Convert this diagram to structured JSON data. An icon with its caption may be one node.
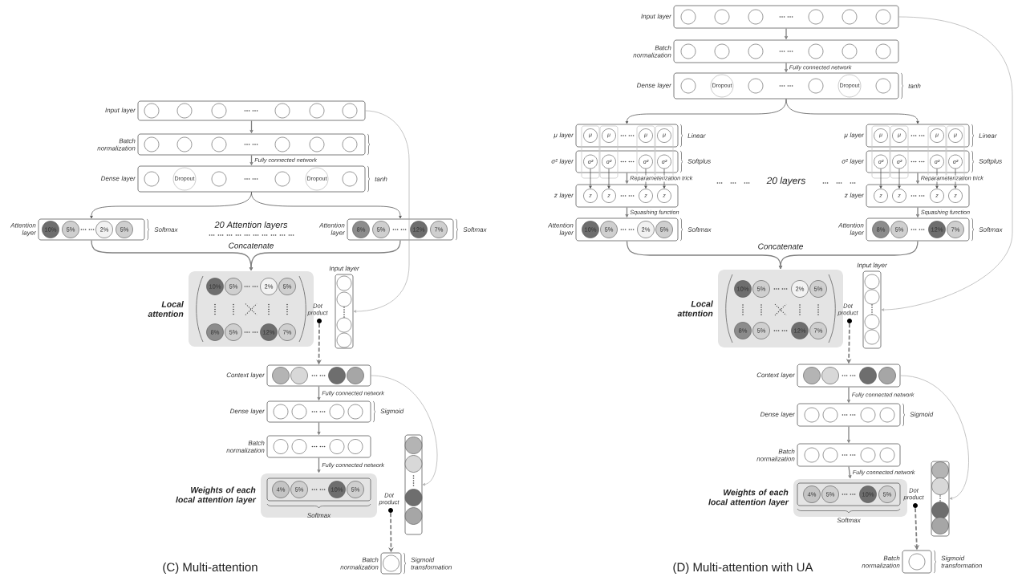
{
  "diagram": {
    "nodes": [
      {
        "text": [
          "Input layer"
        ]
      },
      {
        "text": [],
        "shape": "circle",
        "in": 0
      },
      {
        "text": [],
        "shape": "circle",
        "in": 0
      },
      {
        "text": [],
        "shape": "circle",
        "in": 0
      },
      {
        "text": [],
        "shape": "circle",
        "in": 0
      },
      {
        "text": [],
        "shape": "circle",
        "in": 0
      },
      {
        "text": [],
        "shape": "circle",
        "in": 0
      },
      {
        "text": [
          "Batch normalization"
        ]
      },
      {
        "text": [],
        "shape": "circle",
        "in": 7
      },
      {
        "text": [],
        "shape": "circle",
        "in": 7
      },
      {
        "text": [],
        "shape": "circle",
        "in": 7
      },
      {
        "text": [],
        "shape": "circle",
        "in": 7
      },
      {
        "text": [],
        "shape": "circle",
        "in": 7
      },
      {
        "text": [],
        "shape": "circle",
        "in": 7
      },
      {
        "text": [
          "Dense layer"
        ],
        "beside": [
          "tanh"
        ]
      },
      {
        "text": [],
        "shape": "circle",
        "in": 14
      },
      {
        "text": [
          "Dropout"
        ],
        "in": 14
      },
      {
        "text": [],
        "shape": "circle",
        "in": 14
      },
      {
        "text": [],
        "shape": "circle",
        "in": 14
      },
      {
        "text": [
          "Dropout"
        ],
        "in": 14
      },
      {
        "text": [],
        "shape": "circle",
        "in": 14
      },
      {
        "text": [
          "Attention layer"
        ],
        "beside": [
          "Softmax"
        ]
      },
      {
        "text": [
          "10%"
        ],
        "in": 21
      },
      {
        "text": [
          "5%"
        ],
        "in": 21
      },
      {
        "text": [
          "2%"
        ],
        "in": 21
      },
      {
        "text": [
          "5%"
        ],
        "in": 21
      },
      {
        "text": [
          "Attention layer"
        ],
        "beside": [
          "Softmax"
        ]
      },
      {
        "text": [
          "8%"
        ],
        "in": 26
      },
      {
        "text": [
          "5%"
        ],
        "in": 26
      },
      {
        "text": [
          "12%"
        ],
        "in": 26
      },
      {
        "text": [
          "7%"
        ],
        "in": 26
      },
      {
        "text": [
          "Local attention"
        ]
      },
      {
        "text": [
          "10%"
        ],
        "in": 31
      },
      {
        "text": [
          "5%"
        ],
        "in": 31
      },
      {
        "text": [
          "2%"
        ],
        "in": 31
      },
      {
        "text": [
          "5%"
        ],
        "in": 31
      },
      {
        "text": [
          "8%"
        ],
        "in": 31
      },
      {
        "text": [
          "5%"
        ],
        "in": 31
      },
      {
        "text": [
          "12%"
        ],
        "in": 31
      },
      {
        "text": [
          "7%"
        ],
        "in": 31
      },
      {
        "text": [
          "Input layer"
        ]
      },
      {
        "text": [],
        "shape": "circle",
        "in": 40
      },
      {
        "text": [],
        "shape": "circle",
        "in": 40
      },
      {
        "text": [],
        "shape": "circle",
        "in": 40
      },
      {
        "text": [],
        "shape": "circle",
        "in": 40
      },
      {
        "text": [],
        "shape": "circle",
        "beside": [
          "Dot product"
        ]
      },
      {
        "text": [
          "Context layer"
        ]
      },
      {
        "text": [],
        "shape": "circle",
        "in": 46
      },
      {
        "text": [],
        "shape": "circle",
        "in": 46
      },
      {
        "text": [],
        "shape": "circle",
        "in": 46
      },
      {
        "text": [],
        "shape": "circle",
        "in": 46
      },
      {
        "text": [
          "Dense layer"
        ],
        "beside": [
          "Sigmoid"
        ]
      },
      {
        "text": [],
        "shape": "circle",
        "in": 51
      },
      {
        "text": [],
        "shape": "circle",
        "in": 51
      },
      {
        "text": [],
        "shape": "circle",
        "in": 51
      },
      {
        "text": [],
        "shape": "circle",
        "in": 51
      },
      {
        "text": [
          "Batch normalization"
        ]
      },
      {
        "text": [],
        "shape": "circle",
        "in": 56
      },
      {
        "text": [],
        "shape": "circle",
        "in": 56
      },
      {
        "text": [],
        "shape": "circle",
        "in": 56
      },
      {
        "text": [],
        "shape": "circle",
        "in": 56
      },
      {
        "text": [
          "Weights of each local attention layer"
        ]
      },
      {
        "text": [],
        "shape": "box",
        "in": 61,
        "beside": [
          "Softmax"
        ]
      },
      {
        "text": [
          "4%"
        ],
        "in": 62
      },
      {
        "text": [
          "5%"
        ],
        "in": 62
      },
      {
        "text": [
          "10%"
        ],
        "in": 62
      },
      {
        "text": [
          "5%"
        ],
        "in": 62
      },
      {
        "text": [],
        "shape": "circle",
        "beside": [
          "Dot product"
        ]
      },
      {
        "text": [],
        "shape": "box"
      },
      {
        "text": [],
        "shape": "circle",
        "in": 68
      },
      {
        "text": [],
        "shape": "circle",
        "in": 68
      },
      {
        "text": [],
        "shape": "circle",
        "in": 68
      },
      {
        "text": [],
        "shape": "circle",
        "in": 68
      },
      {
        "text": [
          "Batch normalization"
        ],
        "beside": [
          "Sigmoid transformation"
        ]
      },
      {
        "text": [],
        "shape": "circle",
        "in": 73
      },
      {
        "text": [
          "Input layer"
        ]
      },
      {
        "text": [],
        "shape": "circle",
        "in": 75
      },
      {
        "text": [],
        "shape": "circle",
        "in": 75
      },
      {
        "text": [],
        "shape": "circle",
        "in": 75
      },
      {
        "text": [],
        "shape": "circle",
        "in": 75
      },
      {
        "text": [],
        "shape": "circle",
        "in": 75
      },
      {
        "text": [],
        "shape": "circle",
        "in": 75
      },
      {
        "text": [
          "Batch normalization"
        ]
      },
      {
        "text": [],
        "shape": "circle",
        "in": 82
      },
      {
        "text": [],
        "shape": "circle",
        "in": 82
      },
      {
        "text": [],
        "shape": "circle",
        "in": 82
      },
      {
        "text": [],
        "shape": "circle",
        "in": 82
      },
      {
        "text": [],
        "shape": "circle",
        "in": 82
      },
      {
        "text": [],
        "shape": "circle",
        "in": 82
      },
      {
        "text": [
          "Dense layer"
        ],
        "beside": [
          "tanh"
        ]
      },
      {
        "text": [],
        "shape": "circle",
        "in": 89
      },
      {
        "text": [
          "Dropout"
        ],
        "in": 89
      },
      {
        "text": [],
        "shape": "circle",
        "in": 89
      },
      {
        "text": [],
        "shape": "circle",
        "in": 89
      },
      {
        "text": [
          "Dropout"
        ],
        "in": 89
      },
      {
        "text": [],
        "shape": "circle",
        "in": 89
      },
      {
        "text": [
          "μ layer"
        ],
        "beside": [
          "Linear"
        ]
      },
      {
        "text": [
          "μ"
        ],
        "in": 96
      },
      {
        "text": [
          "μ"
        ],
        "in": 96
      },
      {
        "text": [
          "μ"
        ],
        "in": 96
      },
      {
        "text": [
          "μ"
        ],
        "in": 96
      },
      {
        "text": [
          "σ² layer"
        ],
        "beside": [
          "Softplus"
        ]
      },
      {
        "text": [
          "σ²"
        ],
        "in": 101
      },
      {
        "text": [
          "σ²"
        ],
        "in": 101
      },
      {
        "text": [
          "σ²"
        ],
        "in": 101
      },
      {
        "text": [
          "σ²"
        ],
        "in": 101
      },
      {
        "text": [
          "z layer"
        ]
      },
      {
        "text": [
          "z"
        ],
        "in": 106
      },
      {
        "text": [
          "z"
        ],
        "in": 106
      },
      {
        "text": [
          "z"
        ],
        "in": 106
      },
      {
        "text": [
          "z"
        ],
        "in": 106
      },
      {
        "text": [
          "Attention layer"
        ],
        "beside": [
          "Softmax"
        ]
      },
      {
        "text": [
          "10%"
        ],
        "in": 111
      },
      {
        "text": [
          "5%"
        ],
        "in": 111
      },
      {
        "text": [
          "2%"
        ],
        "in": 111
      },
      {
        "text": [
          "5%"
        ],
        "in": 111
      },
      {
        "text": [
          "μ layer"
        ],
        "beside": [
          "Linear"
        ]
      },
      {
        "text": [
          "μ"
        ],
        "in": 116
      },
      {
        "text": [
          "μ"
        ],
        "in": 116
      },
      {
        "text": [
          "μ"
        ],
        "in": 116
      },
      {
        "text": [
          "μ"
        ],
        "in": 116
      },
      {
        "text": [
          "σ² layer"
        ],
        "beside": [
          "Softplus"
        ]
      },
      {
        "text": [
          "σ²"
        ],
        "in": 121
      },
      {
        "text": [
          "σ²"
        ],
        "in": 121
      },
      {
        "text": [
          "σ²"
        ],
        "in": 121
      },
      {
        "text": [
          "σ²"
        ],
        "in": 121
      },
      {
        "text": [
          "z layer"
        ]
      },
      {
        "text": [
          "z"
        ],
        "in": 126
      },
      {
        "text": [
          "z"
        ],
        "in": 126
      },
      {
        "text": [
          "z"
        ],
        "in": 126
      },
      {
        "text": [
          "z"
        ],
        "in": 126
      },
      {
        "text": [
          "Attention layer"
        ],
        "beside": [
          "Softmax"
        ]
      },
      {
        "text": [
          "8%"
        ],
        "in": 131
      },
      {
        "text": [
          "5%"
        ],
        "in": 131
      },
      {
        "text": [
          "12%"
        ],
        "in": 131
      },
      {
        "text": [
          "7%"
        ],
        "in": 131
      },
      {
        "text": [
          "Local attention"
        ]
      },
      {
        "text": [
          "10%"
        ],
        "in": 136
      },
      {
        "text": [
          "5%"
        ],
        "in": 136
      },
      {
        "text": [
          "2%"
        ],
        "in": 136
      },
      {
        "text": [
          "5%"
        ],
        "in": 136
      },
      {
        "text": [
          "8%"
        ],
        "in": 136
      },
      {
        "text": [
          "5%"
        ],
        "in": 136
      },
      {
        "text": [
          "12%"
        ],
        "in": 136
      },
      {
        "text": [
          "7%"
        ],
        "in": 136
      },
      {
        "text": [
          "Input layer"
        ]
      },
      {
        "text": [],
        "shape": "circle",
        "in": 145
      },
      {
        "text": [],
        "shape": "circle",
        "in": 145
      },
      {
        "text": [],
        "shape": "circle",
        "in": 145
      },
      {
        "text": [],
        "shape": "circle",
        "in": 145
      },
      {
        "text": [],
        "shape": "circle",
        "beside": [
          "Dot product"
        ]
      },
      {
        "text": [
          "Context layer"
        ]
      },
      {
        "text": [],
        "shape": "circle",
        "in": 151
      },
      {
        "text": [],
        "shape": "circle",
        "in": 151
      },
      {
        "text": [],
        "shape": "circle",
        "in": 151
      },
      {
        "text": [],
        "shape": "circle",
        "in": 151
      },
      {
        "text": [
          "Dense layer"
        ],
        "beside": [
          "Sigmoid"
        ]
      },
      {
        "text": [],
        "shape": "circle",
        "in": 156
      },
      {
        "text": [],
        "shape": "circle",
        "in": 156
      },
      {
        "text": [],
        "shape": "circle",
        "in": 156
      },
      {
        "text": [],
        "shape": "circle",
        "in": 156
      },
      {
        "text": [
          "Batch normalization"
        ]
      },
      {
        "text": [],
        "shape": "circle",
        "in": 161
      },
      {
        "text": [],
        "shape": "circle",
        "in": 161
      },
      {
        "text": [],
        "shape": "circle",
        "in": 161
      },
      {
        "text": [],
        "shape": "circle",
        "in": 161
      },
      {
        "text": [
          "Weights of each local attention layer"
        ]
      },
      {
        "text": [],
        "shape": "box",
        "in": 166,
        "beside": [
          "Softmax"
        ]
      },
      {
        "text": [
          "4%"
        ],
        "in": 167
      },
      {
        "text": [
          "5%"
        ],
        "in": 167
      },
      {
        "text": [
          "10%"
        ],
        "in": 167
      },
      {
        "text": [
          "5%"
        ],
        "in": 167
      },
      {
        "text": [],
        "shape": "circle",
        "beside": [
          "Dot product"
        ]
      },
      {
        "text": [],
        "shape": "box"
      },
      {
        "text": [],
        "shape": "circle",
        "in": 173
      },
      {
        "text": [],
        "shape": "circle",
        "in": 173
      },
      {
        "text": [],
        "shape": "circle",
        "in": 173
      },
      {
        "text": [],
        "shape": "circle",
        "in": 173
      },
      {
        "text": [
          "Batch normalization"
        ],
        "beside": [
          "Sigmoid transformation"
        ]
      },
      {
        "text": [],
        "shape": "circle",
        "in": 178
      }
    ],
    "edges": [
      {
        "from": 0,
        "to": 7,
        "arrow": "to"
      },
      {
        "from": 7,
        "to": 14,
        "arrow": "to",
        "label": "Fully connected network"
      },
      {
        "from": 14,
        "to": 21,
        "arrow": "to",
        "color": "#404040"
      },
      {
        "from": 14,
        "to": 26,
        "arrow": "to",
        "color": "#404040"
      },
      {
        "from": 21,
        "to": 31,
        "arrow": "to"
      },
      {
        "from": 26,
        "to": 31,
        "arrow": "to"
      },
      {
        "from": 0,
        "to": 40,
        "arrow": "to",
        "color": "#aaaaaa"
      },
      {
        "from": 45,
        "to": 46,
        "arrow": "to",
        "style": "dashed"
      },
      {
        "from": 46,
        "to": 51,
        "arrow": "to",
        "label": "Fully connected network"
      },
      {
        "from": 51,
        "to": 56,
        "arrow": "to"
      },
      {
        "from": 56,
        "to": 61,
        "arrow": "to",
        "label": "Fully connected network"
      },
      {
        "from": 67,
        "to": 73,
        "arrow": "to",
        "style": "dashed"
      },
      {
        "from": 46,
        "to": 68,
        "arrow": "to",
        "color": "#aaaaaa"
      },
      {
        "from": 75,
        "to": 82,
        "arrow": "to"
      },
      {
        "from": 82,
        "to": 89,
        "arrow": "to",
        "label": "Fully connected network"
      },
      {
        "from": 89,
        "to": 96,
        "arrow": "to",
        "color": "#404040"
      },
      {
        "from": 89,
        "to": 116,
        "arrow": "to",
        "color": "#404040"
      },
      {
        "from": 101,
        "to": 106,
        "arrow": "to",
        "label": "Reparameterization trick"
      },
      {
        "from": 106,
        "to": 111,
        "arrow": "to",
        "label": "Squashing function"
      },
      {
        "from": 121,
        "to": 126,
        "arrow": "to",
        "label": "Reparameterization trick"
      },
      {
        "from": 126,
        "to": 131,
        "arrow": "to",
        "label": "Squashing function"
      },
      {
        "from": 111,
        "to": 136,
        "arrow": "to"
      },
      {
        "from": 131,
        "to": 136,
        "arrow": "to"
      },
      {
        "from": 75,
        "to": 145,
        "arrow": "to",
        "color": "#aaaaaa"
      },
      {
        "from": 150,
        "to": 151,
        "arrow": "to",
        "style": "dashed"
      },
      {
        "from": 151,
        "to": 156,
        "arrow": "to",
        "label": "Fully connected network"
      },
      {
        "from": 156,
        "to": 161,
        "arrow": "to"
      },
      {
        "from": 161,
        "to": 166,
        "arrow": "to",
        "label": "Fully connected network"
      },
      {
        "from": 172,
        "to": 178,
        "arrow": "to",
        "style": "dashed"
      },
      {
        "from": 151,
        "to": 173,
        "arrow": "to",
        "color": "#aaaaaa"
      },
      {
        "from": 102,
        "to": 107,
        "arrow": "to",
        "color": "#404040"
      },
      {
        "from": 103,
        "to": 108,
        "arrow": "to",
        "color": "#404040"
      },
      {
        "from": 104,
        "to": 109,
        "arrow": "to",
        "color": "#404040"
      },
      {
        "from": 105,
        "to": 110,
        "arrow": "to",
        "color": "#404040"
      },
      {
        "from": 122,
        "to": 127,
        "arrow": "to",
        "color": "#404040"
      },
      {
        "from": 123,
        "to": 128,
        "arrow": "to",
        "color": "#404040"
      },
      {
        "from": 124,
        "to": 129,
        "arrow": "to",
        "color": "#404040"
      },
      {
        "from": 125,
        "to": 130,
        "arrow": "to",
        "color": "#404040"
      }
    ],
    "labels": [
      "20 Attention layers",
      "Concatenate",
      "(C) Multi-attention",
      "20 layers",
      "Concatenate",
      "(D) Multi-attention with UA"
    ]
  }
}
